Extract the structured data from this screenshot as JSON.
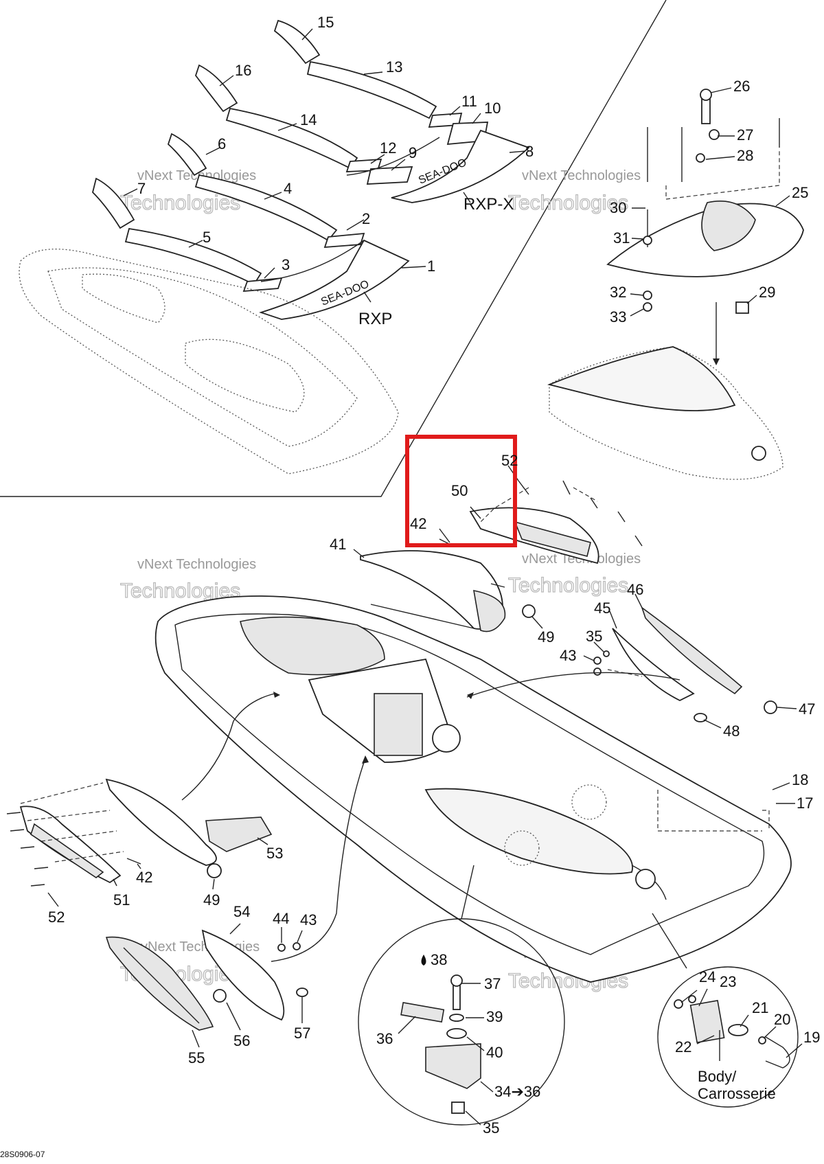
{
  "diagram": {
    "code": "28S0906-07",
    "watermark_line1": "vNext Technologies",
    "watermark_line2": "Technologies",
    "models": {
      "rxp": "RXP",
      "rxpx": "RXP-X"
    },
    "logo": "SEA-DOO",
    "body_label": {
      "line1": "Body/",
      "line2": "Carrosserie"
    },
    "highlight_box": {
      "contains": [
        "50",
        "52",
        "42"
      ]
    },
    "parts": {
      "p1": "1",
      "p2": "2",
      "p3": "3",
      "p4": "4",
      "p5": "5",
      "p6": "6",
      "p7": "7",
      "p8": "8",
      "p9": "9",
      "p10": "10",
      "p11": "11",
      "p12": "12",
      "p13": "13",
      "p14": "14",
      "p15": "15",
      "p16": "16",
      "p17": "17",
      "p18": "18",
      "p19": "19",
      "p20": "20",
      "p21": "21",
      "p22": "22",
      "p23": "23",
      "p24": "24",
      "p25": "25",
      "p26": "26",
      "p27": "27",
      "p28": "28",
      "p29": "29",
      "p30": "30",
      "p31": "31",
      "p32": "32",
      "p33": "33",
      "p34": "34➔36",
      "p35a": "35",
      "p35b": "35",
      "p36": "36",
      "p37": "37",
      "p38": "38",
      "p39": "39",
      "p40": "40",
      "p41": "41",
      "p42a": "42",
      "p42b": "42",
      "p43a": "43",
      "p43b": "43",
      "p44": "44",
      "p45": "45",
      "p46": "46",
      "p47": "47",
      "p48": "48",
      "p49a": "49",
      "p49b": "49",
      "p50": "50",
      "p51": "51",
      "p52a": "52",
      "p52b": "52",
      "p53": "53",
      "p54": "54",
      "p55": "55",
      "p56": "56",
      "p57": "57"
    }
  }
}
